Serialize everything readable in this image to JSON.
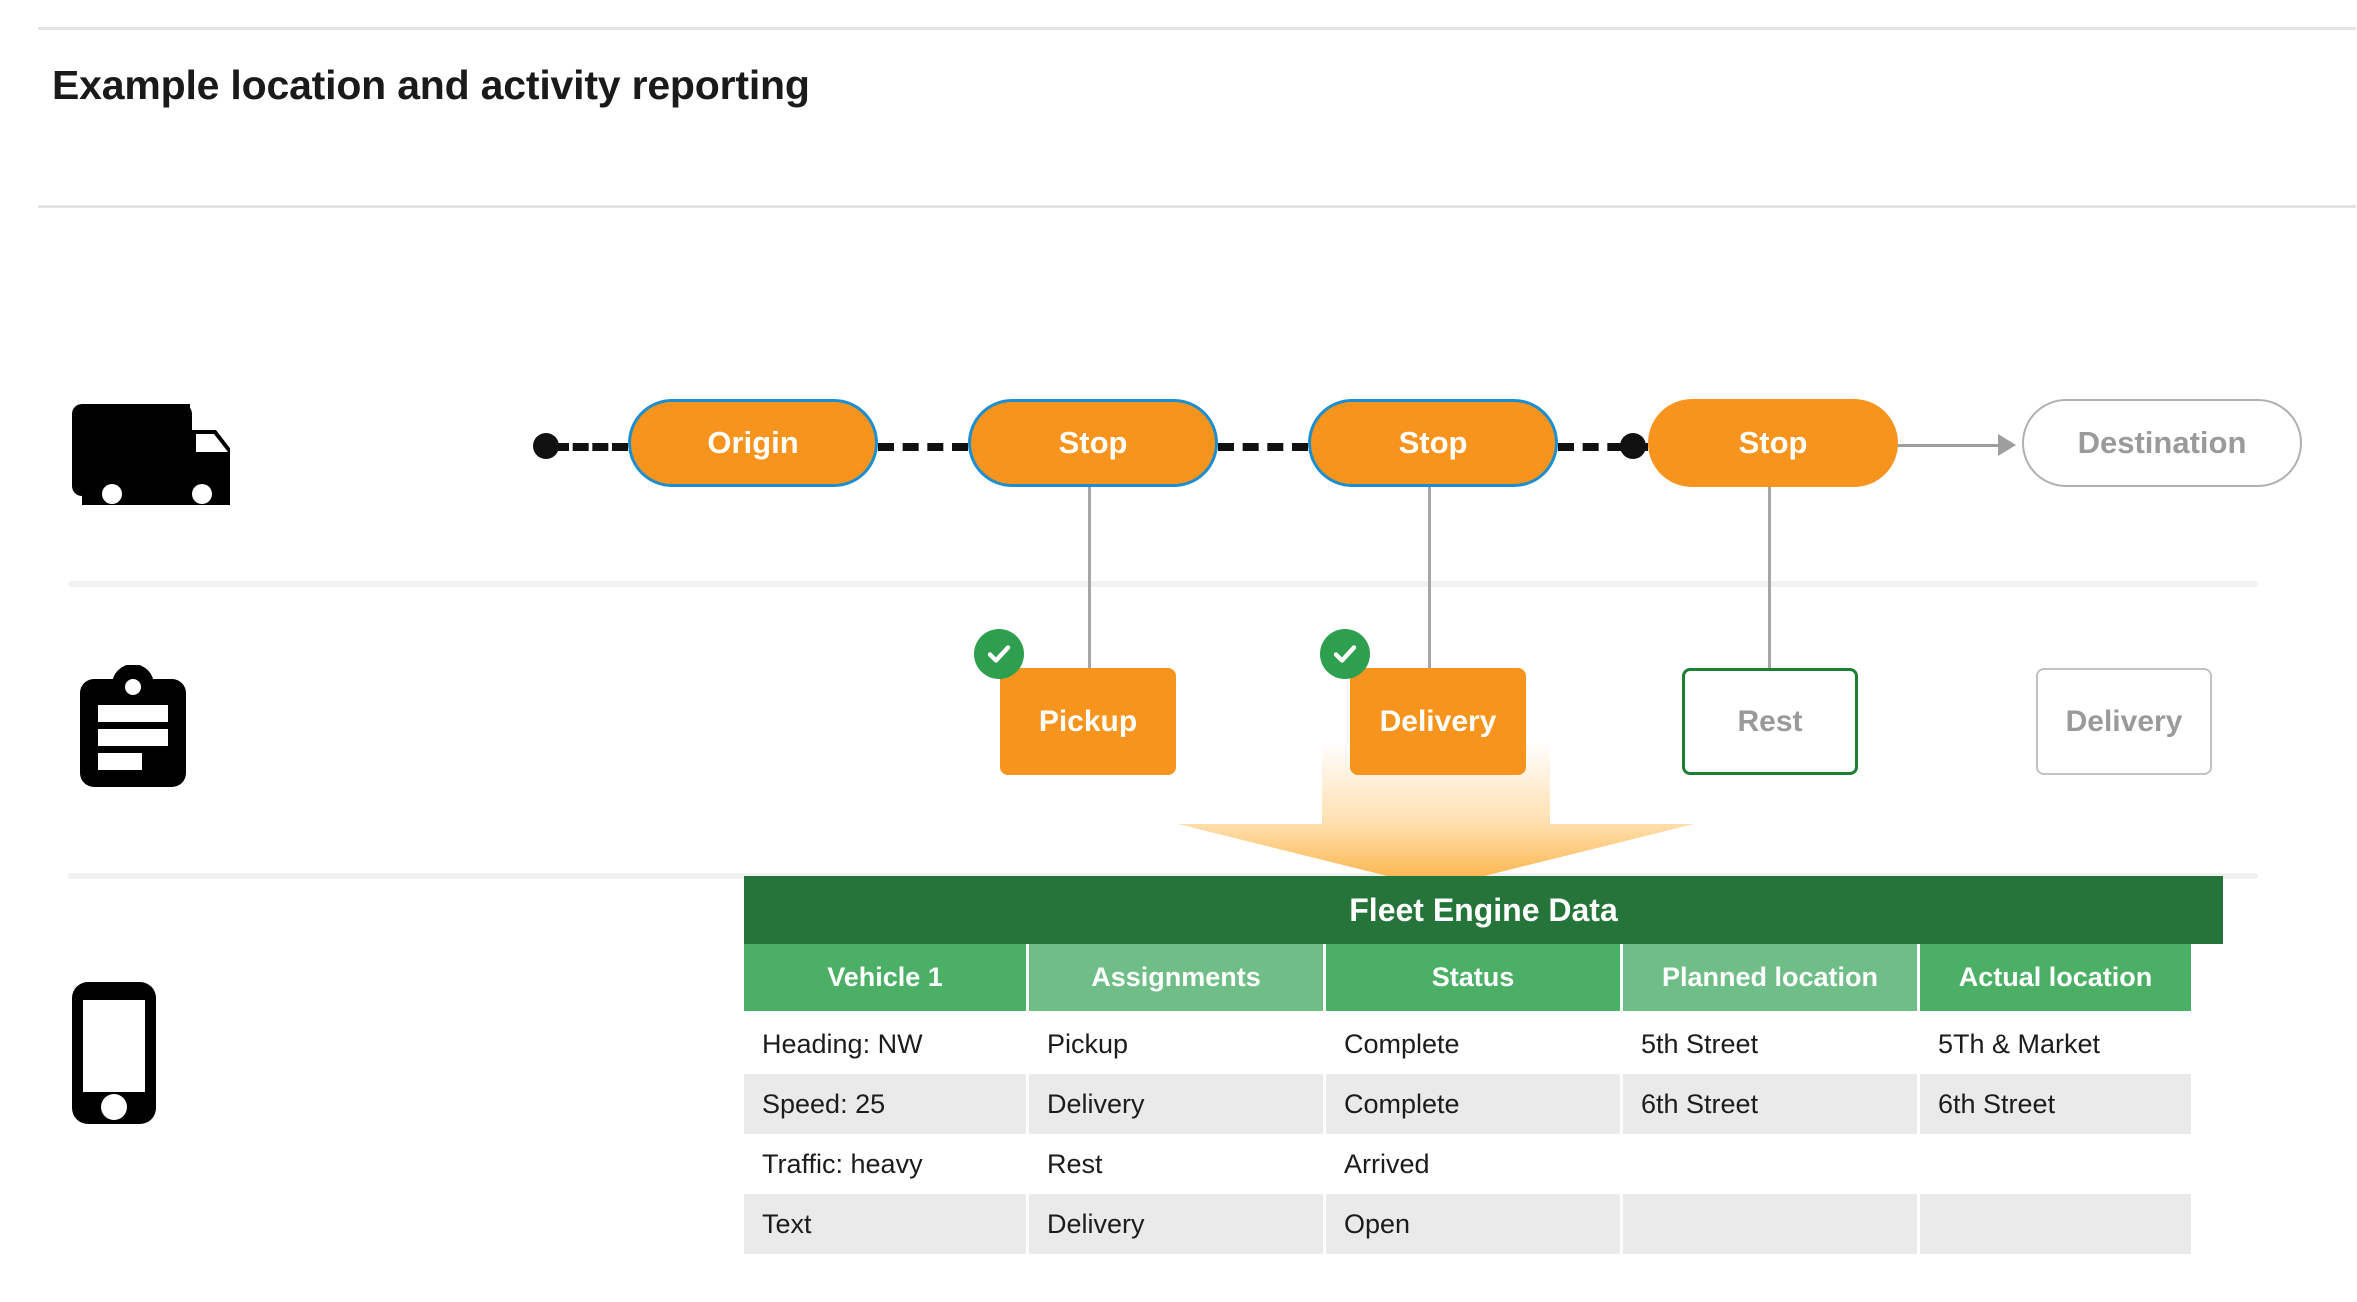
{
  "page": {
    "title": "Example location and activity reporting"
  },
  "rails": [
    {
      "icon": "truck-icon",
      "name": "vehicle-row"
    },
    {
      "icon": "clipboard-icon",
      "name": "activity-row"
    },
    {
      "icon": "mobile-phone-icon",
      "name": "device-row"
    }
  ],
  "route": {
    "stops": [
      {
        "label": "Origin",
        "style": "filled-bordered"
      },
      {
        "label": "Stop",
        "style": "filled-bordered"
      },
      {
        "label": "Stop",
        "style": "filled-bordered"
      },
      {
        "label": "Stop",
        "style": "filled"
      },
      {
        "label": "Destination",
        "style": "ghost"
      }
    ]
  },
  "activities": [
    {
      "label": "Pickup",
      "style": "filled",
      "completed": true
    },
    {
      "label": "Delivery",
      "style": "filled",
      "completed": true
    },
    {
      "label": "Rest",
      "style": "outline-green",
      "completed": false
    },
    {
      "label": "Delivery",
      "style": "outline-gray",
      "completed": false
    }
  ],
  "table": {
    "title": "Fleet Engine Data",
    "columns": [
      "Vehicle 1",
      "Assignments",
      "Status",
      "Planned location",
      "Actual location"
    ],
    "rows": [
      [
        "Heading: NW",
        "Pickup",
        "Complete",
        "5th Street",
        "5Th & Market"
      ],
      [
        "Speed: 25",
        "Delivery",
        "Complete",
        "6th Street",
        "6th Street"
      ],
      [
        "Traffic: heavy",
        "Rest",
        "Arrived",
        "",
        ""
      ],
      [
        "Text",
        "Delivery",
        "Open",
        "",
        ""
      ]
    ]
  },
  "colors": {
    "orange": "#f7941e",
    "blue_border": "#1b8ed0",
    "green_dark": "#25743a",
    "green_header": "#4caf66",
    "green_header_light": "#6fbd87",
    "green_check": "#2e9e4f",
    "row_gray": "#eaeaea",
    "muted_text": "#9a9a9a"
  }
}
